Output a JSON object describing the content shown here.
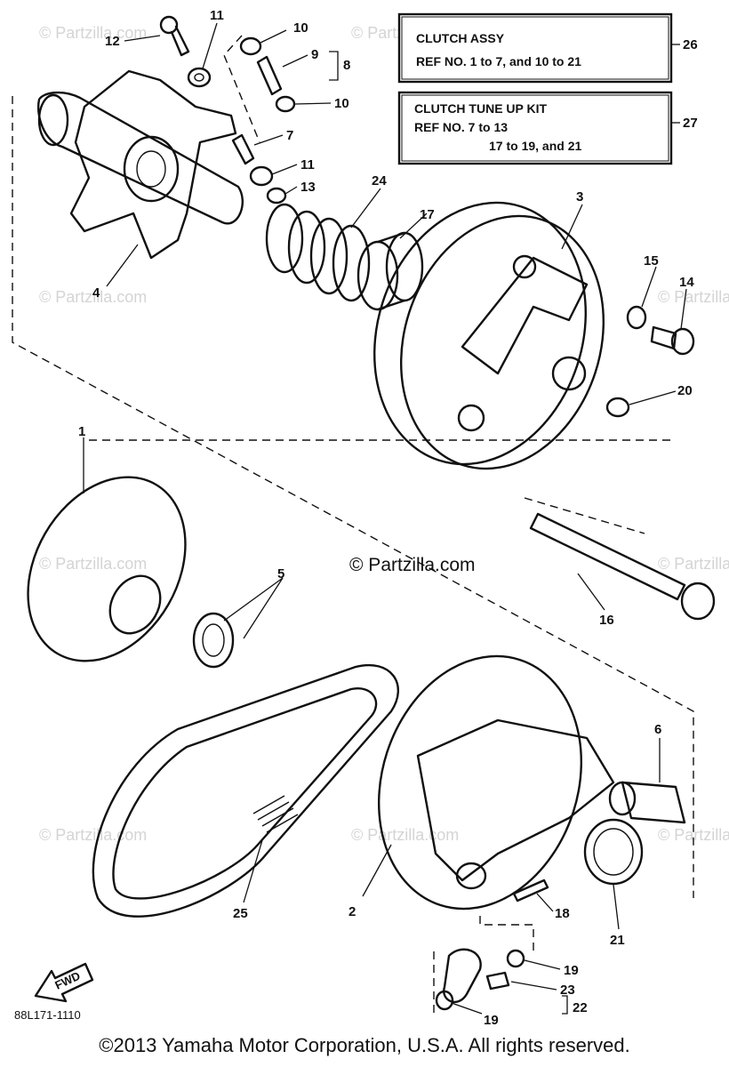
{
  "watermark": "© Partzilla.com",
  "center_watermark": "© Partzilla.com",
  "ref_boxes": [
    {
      "title": "CLUTCH ASSY",
      "lines": [
        "REF NO. 1 to 7, and 10 to 21"
      ],
      "callout": "26"
    },
    {
      "title": "CLUTCH TUNE UP KIT",
      "lines": [
        "REF NO. 7 to 13",
        "17 to 19, and 21"
      ],
      "callout": "27"
    }
  ],
  "callouts": [
    "11",
    "12",
    "10",
    "9",
    "8",
    "10",
    "7",
    "11",
    "13",
    "24",
    "17",
    "3",
    "4",
    "15",
    "14",
    "20",
    "1",
    "5",
    "16",
    "6",
    "2",
    "25",
    "18",
    "21",
    "19",
    "23",
    "22",
    "19"
  ],
  "fwd_label": "FWD",
  "diagram_code": "88L171-1110",
  "copyright": "©2013 Yamaha Motor Corporation, U.S.A. All rights reserved."
}
